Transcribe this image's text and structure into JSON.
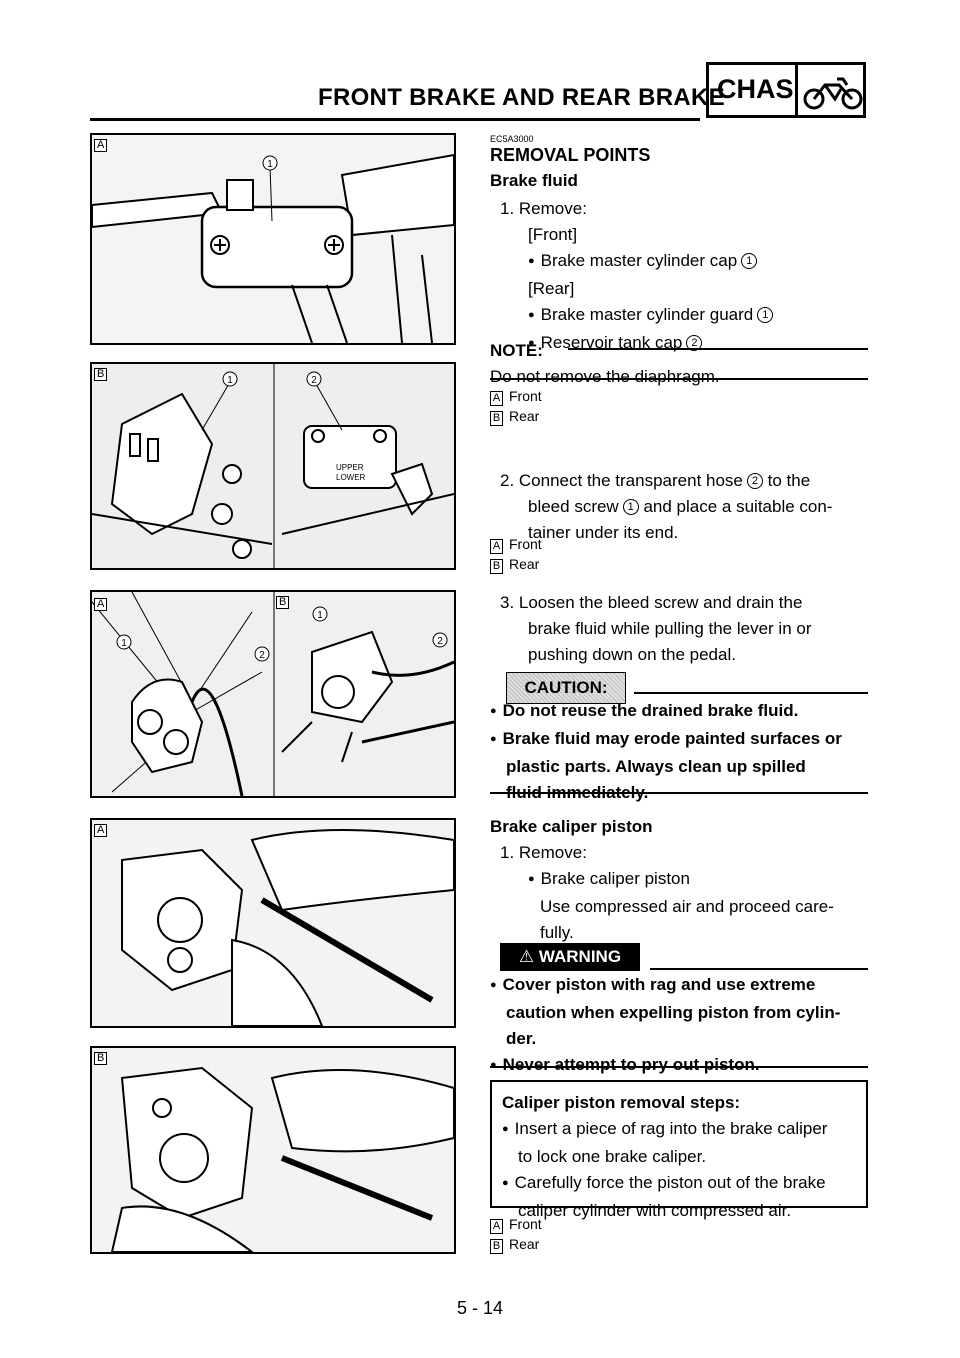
{
  "header": {
    "title": "FRONT BRAKE AND REAR BRAKE",
    "section_code": "CHAS",
    "section_icon": "motorcycle-icon"
  },
  "photos": {
    "p1": {
      "label": "A",
      "callouts": [
        "1"
      ]
    },
    "p2": {
      "label": "B",
      "callouts": [
        "1",
        "2"
      ],
      "sticker_upper": "UPPER",
      "sticker_lower": "LOWER"
    },
    "p3": {
      "label_a": "A",
      "label_b": "B",
      "callouts_a": [
        "1",
        "2"
      ],
      "callouts_b": [
        "1",
        "2"
      ]
    },
    "p4": {
      "label": "A"
    },
    "p5": {
      "label": "B"
    }
  },
  "removal": {
    "code": "EC5A3000",
    "heading": "REMOVAL POINTS",
    "sub": "Brake fluid",
    "step1": "1.  Remove:",
    "front_tag": "[Front]",
    "item_front_cap": "Brake master cylinder cap",
    "item_front_cap_num": "1",
    "rear_tag": "[Rear]",
    "item_guard": "Brake master cylinder guard",
    "item_guard_num": "1",
    "item_res": "Reservoir tank cap",
    "item_res_num": "2"
  },
  "note": {
    "label": "NOTE:",
    "text": "Do not remove the diaphragm."
  },
  "legend1": {
    "a_key": "A",
    "a": "Front",
    "b_key": "B",
    "b": "Rear"
  },
  "step2": {
    "pre": "2.  Connect the transparent hose",
    "num_hose": "2",
    "mid": "to the",
    "line2a": "bleed screw",
    "num_screw": "1",
    "line2b": "and place a suitable con-",
    "line3": "tainer under its end."
  },
  "legend2": {
    "a_key": "A",
    "a": "Front",
    "b_key": "B",
    "b": "Rear"
  },
  "step3": {
    "line1": "3.  Loosen the bleed screw and drain the",
    "line2": "brake fluid while pulling the lever in or",
    "line3": "pushing down on the pedal."
  },
  "caution": {
    "label": "CAUTION:",
    "item1": "Do not reuse the drained brake fluid.",
    "item2a": "Brake fluid may erode painted surfaces or",
    "item2b": "plastic parts. Always clean up spilled",
    "item2c": "fluid immediately."
  },
  "piston": {
    "heading": "Brake caliper piston",
    "step1": "1.  Remove:",
    "item": "Brake caliper piston",
    "desc1": "Use compressed air and proceed care-",
    "desc2": "fully."
  },
  "warning": {
    "label": "WARNING",
    "item1a": "Cover piston with rag and use extreme",
    "item1b": "caution when expelling piston from cylin-",
    "item1c": "der.",
    "item2": "Never attempt to pry out piston."
  },
  "steps_box": {
    "title": "Caliper piston removal steps:",
    "item1a": "Insert a piece of rag into the brake caliper",
    "item1b": "to lock one brake caliper.",
    "item2a": "Carefully force the piston out of the brake",
    "item2b": "caliper cylinder with compressed air."
  },
  "legend3": {
    "a_key": "A",
    "a": "Front",
    "b_key": "B",
    "b": "Rear"
  },
  "footer": {
    "page": "5 - 14"
  }
}
